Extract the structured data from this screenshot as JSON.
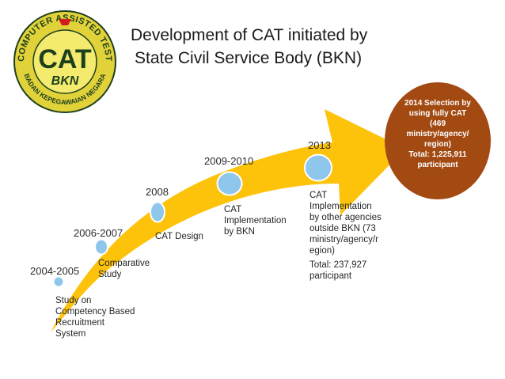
{
  "logo": {
    "center_text": "CAT",
    "sub_text": "BKN",
    "ring_top": "COMPUTER ASSISTED TEST",
    "ring_bottom": "BADAN KEPEGAWAIAN NEGARA",
    "colors": {
      "ring": "#e2d23a",
      "center": "#f3ea6e",
      "text": "#1c3f1c",
      "flag_red": "#d01c1c"
    }
  },
  "title": {
    "line1": "Development of CAT initiated by",
    "line2": "State Civil Service Body (BKN)"
  },
  "milestones": [
    {
      "year": "2004-2005",
      "desc": [
        "Study on",
        "Competency Based",
        "Recruitment",
        "System"
      ]
    },
    {
      "year": "2006-2007",
      "desc": [
        "Comparative",
        "Study"
      ]
    },
    {
      "year": "2008",
      "desc": [
        "CAT Design"
      ]
    },
    {
      "year": "2009-2010",
      "desc": [
        "CAT",
        "Implementation",
        "by BKN"
      ]
    },
    {
      "year": "2013",
      "desc": [
        "CAT",
        "Implementation",
        "by other agencies",
        "outside BKN (73",
        "ministry/agency/r",
        "egion)"
      ],
      "extra": [
        "Total: 237,927",
        "participant"
      ]
    }
  ],
  "result": {
    "lines": [
      "2014 Selection by",
      "using fully CAT",
      "(469",
      "ministry/agency/",
      "region)",
      "Total: 1,225,911",
      "participant"
    ]
  },
  "colors": {
    "arrow": "#fdc20a",
    "node_fill": "#8fc6ec",
    "node_stroke": "#ffffff",
    "result_circle": "#a24a12"
  }
}
